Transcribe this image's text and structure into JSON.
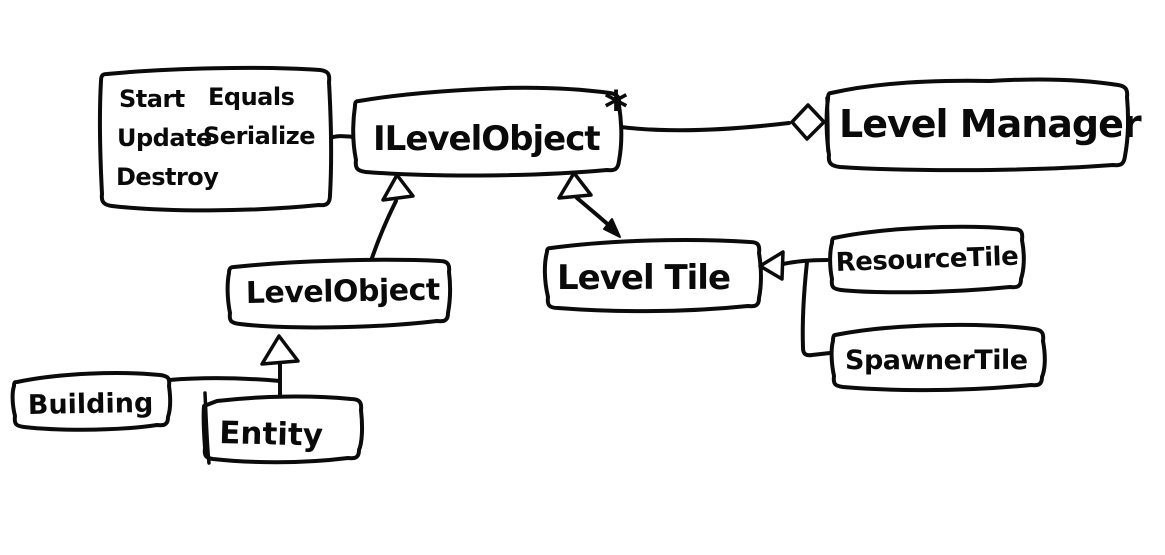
{
  "diagram": {
    "background_color": "#ffffff",
    "ink_color": "#0b0b0b",
    "nodes": {
      "methods_note": {
        "col1": [
          "Start",
          "Update",
          "Destroy"
        ],
        "col2": [
          "Equals",
          "Serialize"
        ]
      },
      "ilevelobject": {
        "label": "ILevelObject"
      },
      "levelmanager": {
        "label": "Level Manager"
      },
      "levelobject": {
        "label": "LevelObject"
      },
      "leveltile": {
        "label": "Level Tile"
      },
      "resourcetile": {
        "label": "ResourceTile"
      },
      "spawnertile": {
        "label": "SpawnerTile"
      },
      "building": {
        "label": "Building"
      },
      "entity": {
        "label": "Entity"
      }
    },
    "edges": {
      "aggregation": {
        "from": "ILevelObject",
        "to": "Level Manager",
        "type": "aggregation",
        "multiplicity": "*"
      },
      "relationships": [
        {
          "from": "LevelObject",
          "to": "ILevelObject",
          "type": "inheritance"
        },
        {
          "from": "LevelTile",
          "to": "ILevelObject",
          "type": "inheritance"
        },
        {
          "from": "ResourceTile",
          "to": "LevelTile",
          "type": "inheritance"
        },
        {
          "from": "SpawnerTile",
          "to": "LevelTile",
          "type": "inheritance"
        },
        {
          "from": "Building",
          "to": "LevelObject",
          "type": "inheritance"
        },
        {
          "from": "Entity",
          "to": "LevelObject",
          "type": "inheritance"
        },
        {
          "from": "methods_note",
          "to": "ILevelObject",
          "type": "note-attachment"
        }
      ]
    }
  }
}
